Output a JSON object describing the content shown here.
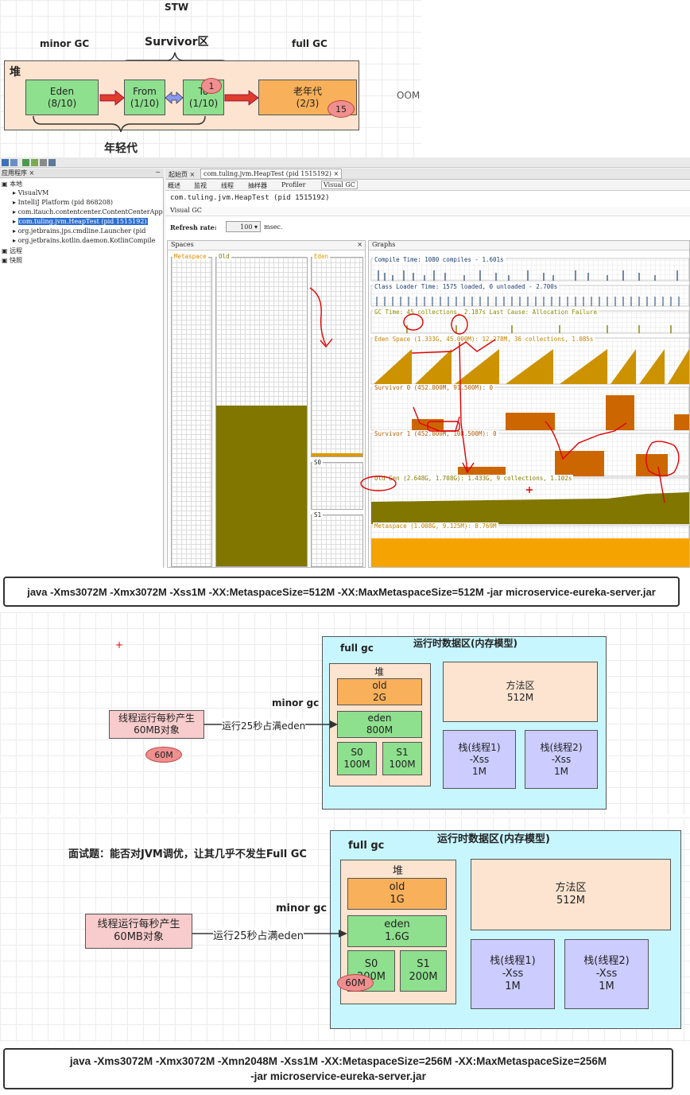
{
  "gc_diagram": {
    "stw": "STW",
    "minor_gc": "minor GC",
    "survivor": "Survivor区",
    "full_gc": "full GC",
    "heap": "堆",
    "eden_name": "Eden",
    "eden_val": "(8/10)",
    "from_name": "From",
    "from_val": "(1/10)",
    "to_name": "To",
    "to_val": "(1/10)",
    "old_name": "老年代",
    "old_val": "(2/3)",
    "badge_to": "1",
    "badge_old": "15",
    "oom": "OOM",
    "young": "年轻代"
  },
  "visualvm": {
    "left_tab": "应用程序",
    "tree": {
      "local": "本地",
      "items": [
        "VisualVM",
        "IntelliJ Platform (pid 868208)",
        "com.itauch.contentcenter.ContentCenterApp",
        "com.tuling.jvm.HeapTest (pid 1515192)",
        "org.jetbrains.jps.cmdline.Launcher (pid",
        "org.jetbrains.kotlin.daemon.KotlinCompile"
      ],
      "remote": "远程",
      "snapshot": "快照"
    },
    "tabs": [
      "起始页",
      "com.tuling.jvm.HeapTest (pid 1515192)"
    ],
    "subtabs": [
      "概述",
      "监视",
      "线程",
      "抽样器",
      "Profiler",
      "Visual GC"
    ],
    "app_title": "com.tuling.jvm.HeapTest (pid 1515192)",
    "section_label": "Visual GC",
    "refresh_label": "Refresh rate:",
    "refresh_value": "100",
    "refresh_unit": "msec.",
    "spaces_label": "Spaces",
    "graphs_label": "Graphs",
    "space_names": [
      "Metaspace",
      "Old",
      "Eden",
      "S0",
      "S1"
    ],
    "graphs": [
      "Compile Time: 1080 compiles - 1.601s",
      "Class Loader Time: 1575 loaded, 0 unloaded - 2.700s",
      "GC Time: 45 collections, 2.187s  Last Cause: Allocation Failure",
      "Eden Space (1.333G, 45.000M): 12.278M, 36 collections, 1.085s",
      "Survivor 0 (452.000M, 91.500M): 0",
      "Survivor 1 (452.000M, 108.500M): 0",
      "Old Gen (2.648G, 1.708G): 1.433G, 9 collections, 1.102s",
      "Metaspace (1.008G, 9.125M): 8.769M"
    ]
  },
  "cmd1": "java -Xms3072M -Xmx3072M -Xss1M -XX:MetaspaceSize=512M -XX:MaxMetaspaceSize=512M  -jar microservice-eureka-server.jar",
  "model1": {
    "full_gc": "full gc",
    "title": "运行时数据区(内存模型)",
    "heap": "堆",
    "old_name": "old",
    "old_val": "2G",
    "eden_name": "eden",
    "eden_val": "800M",
    "s0_name": "S0",
    "s0_val": "100M",
    "s1_name": "S1",
    "s1_val": "100M",
    "method_name": "方法区",
    "method_val": "512M",
    "stack1_l1": "栈(线程1)",
    "stack1_l2": "-Xss",
    "stack1_l3": "1M",
    "stack2_l1": "栈(线程2)",
    "stack2_l2": "-Xss",
    "stack2_l3": "1M",
    "minor_gc": "minor gc",
    "thread_l1": "线程运行每秒产生",
    "thread_l2": "60MB对象",
    "arrow_label": "运行25秒占满eden",
    "badge": "60M"
  },
  "model2": {
    "question": "面试题：能否对JVM调优，让其几乎不发生Full GC",
    "full_gc": "full gc",
    "title": "运行时数据区(内存模型)",
    "heap": "堆",
    "old_name": "old",
    "old_val": "1G",
    "eden_name": "eden",
    "eden_val": "1.6G",
    "s0_name": "S0",
    "s0_val": "200M",
    "s1_name": "S1",
    "s1_val": "200M",
    "method_name": "方法区",
    "method_val": "512M",
    "stack1_l1": "栈(线程1)",
    "stack1_l2": "-Xss",
    "stack1_l3": "1M",
    "stack2_l1": "栈(线程2)",
    "stack2_l2": "-Xss",
    "stack2_l3": "1M",
    "minor_gc": "minor gc",
    "thread_l1": "线程运行每秒产生",
    "thread_l2": "60MB对象",
    "arrow_label": "运行25秒占满eden",
    "badge": "60M"
  },
  "cmd2_l1": "java -Xms3072M -Xmx3072M -Xmn2048M -Xss1M -XX:MetaspaceSize=256M -XX:MaxMetaspaceSize=256M",
  "cmd2_l2": "-jar microservice-eureka-server.jar",
  "colors": {
    "heap_bg": "#fce4d0",
    "eden_green": "#8ee08e",
    "old_orange": "#f8b05a",
    "runtime_cyan": "#c8f6ff",
    "stack_purple": "#ccccff",
    "thread_pink": "#f8cccc",
    "badge_red": "#f08f8f",
    "arrow_red": "#e03c2c",
    "gc_olive": "#807600",
    "gc_orange": "#cc6600",
    "meta_orange": "#f5a300"
  }
}
